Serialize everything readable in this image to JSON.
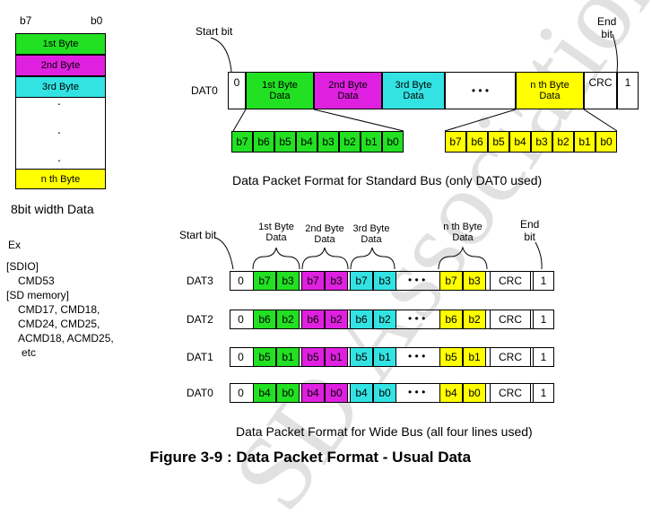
{
  "colors": {
    "green": "#22e022",
    "magenta": "#e020e0",
    "cyan": "#33e3e3",
    "yellow": "#ffff00"
  },
  "byte_stack": {
    "msb": "b7",
    "lsb": "b0",
    "items": [
      "1st Byte",
      "2nd Byte",
      "3rd Byte",
      ".",
      ".",
      ".",
      "n th Byte"
    ],
    "caption": "8bit width Data"
  },
  "examples": {
    "title": "Ex",
    "sdio_header": "[SDIO]",
    "sdio_cmd": "CMD53",
    "sdmem_header": "[SD memory]",
    "sdmem_cmds": [
      "CMD17, CMD18,",
      "CMD24, CMD25,",
      "ACMD18, ACMD25,",
      "etc"
    ]
  },
  "standard_bus": {
    "start_bit_label": "Start bit",
    "end_bit_label": "End\nbit",
    "line_label": "DAT0",
    "start_value": "0",
    "fields": [
      "1st Byte\nData",
      "2nd Byte\nData",
      "3rd Byte\nData",
      "• • •",
      "n th Byte\nData",
      "CRC",
      "1"
    ],
    "bits": [
      "b7",
      "b6",
      "b5",
      "b4",
      "b3",
      "b2",
      "b1",
      "b0"
    ],
    "caption": "Data Packet Format for Standard Bus (only DAT0 used)"
  },
  "wide_bus": {
    "start_bit_label": "Start bit",
    "end_bit_label": "End\nbit",
    "byte_labels": [
      "1st Byte\nData",
      "2nd Byte\nData",
      "3rd Byte\nData",
      "n th Byte\nData"
    ],
    "lines": [
      {
        "name": "DAT3",
        "start": "0",
        "bits": [
          "b7",
          "b3"
        ],
        "dots": "• • •",
        "crc": "CRC",
        "end": "1"
      },
      {
        "name": "DAT2",
        "start": "0",
        "bits": [
          "b6",
          "b2"
        ],
        "dots": "• • •",
        "crc": "CRC",
        "end": "1"
      },
      {
        "name": "DAT1",
        "start": "0",
        "bits": [
          "b5",
          "b1"
        ],
        "dots": "• • •",
        "crc": "CRC",
        "end": "1"
      },
      {
        "name": "DAT0",
        "start": "0",
        "bits": [
          "b4",
          "b0"
        ],
        "dots": "• • •",
        "crc": "CRC",
        "end": "1"
      }
    ],
    "caption": "Data Packet Format for Wide Bus (all four lines used)"
  },
  "figure_title": "Figure 3-9 : Data Packet Format - Usual Data"
}
